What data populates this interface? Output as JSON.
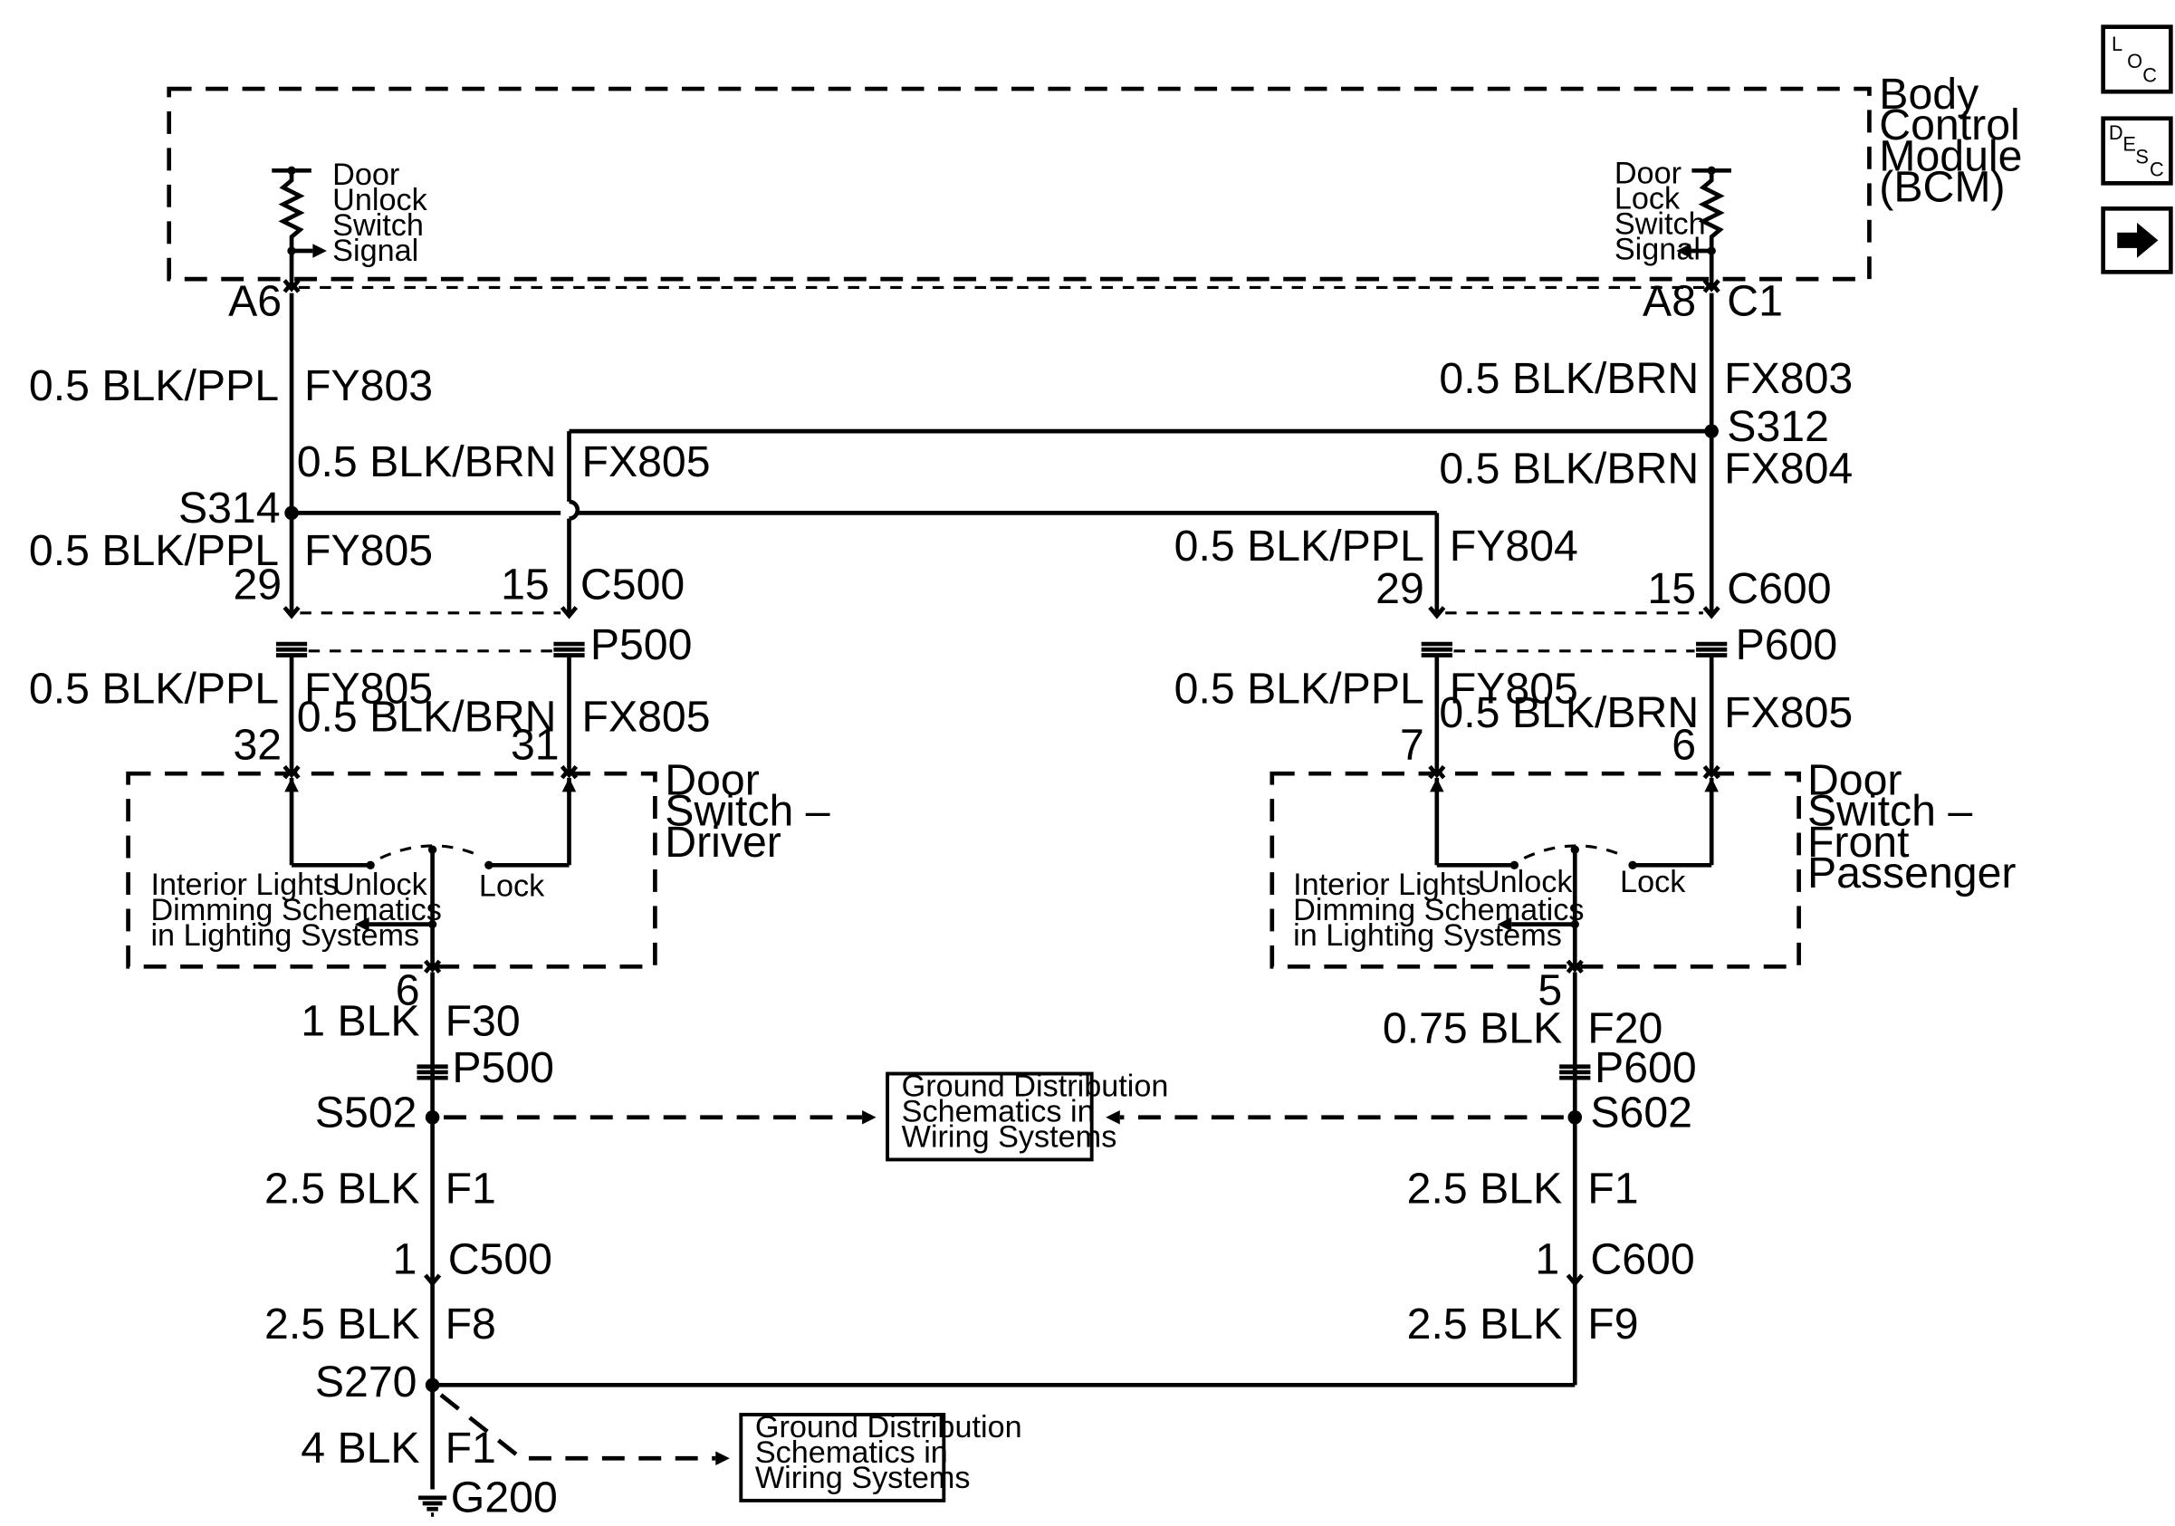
{
  "bcm": {
    "title_lines": [
      "Body",
      "Control",
      "Module",
      "(BCM)"
    ],
    "unlock_signal_lines": [
      "Door",
      "Unlock",
      "Switch",
      "Signal"
    ],
    "lock_signal_lines": [
      "Door",
      "Lock",
      "Switch",
      "Signal"
    ]
  },
  "pins": {
    "a6": "A6",
    "a8": "A8",
    "c1": "C1",
    "d29": "29",
    "d15": "15",
    "d32": "32",
    "d31": "31",
    "d6": "6",
    "p29": "29",
    "p15": "15",
    "p7": "7",
    "p6": "6",
    "p5": "5",
    "gnd_d1": "1",
    "gnd_p1": "1"
  },
  "connectors": {
    "c500_top": "C500",
    "p500_top": "P500",
    "c600_top": "C600",
    "p600_top": "P600",
    "p500_bottom": "P500",
    "p600_bottom": "P600",
    "c500_bottom": "C500",
    "c600_bottom": "C600"
  },
  "splices": {
    "s314": "S314",
    "s312": "S312",
    "s502": "S502",
    "s602": "S602",
    "s270": "S270"
  },
  "ground": {
    "g200": "G200"
  },
  "wires": {
    "a6_size": "0.5 BLK/PPL",
    "a6_circuit": "FY803",
    "c1_size": "0.5 BLK/BRN",
    "c1_circuit": "FX803",
    "s312_left_size": "0.5 BLK/BRN",
    "s312_left_circuit": "FX805",
    "s312_down_size": "0.5 BLK/BRN",
    "s312_down_circuit": "FX804",
    "s314_down_size": "0.5 BLK/PPL",
    "s314_down_circuit": "FY805",
    "s314_right_size": "0.5 BLK/PPL",
    "s314_right_circuit": "FY804",
    "drv_left_size": "0.5 BLK/PPL",
    "drv_left_circuit": "FY805",
    "drv_right_size": "0.5 BLK/BRN",
    "drv_right_circuit": "FX805",
    "pas_left_size": "0.5 BLK/PPL",
    "pas_left_circuit": "FY805",
    "pas_right_size": "0.5 BLK/BRN",
    "pas_right_circuit": "FX805",
    "drv_gnd_size": "1 BLK",
    "drv_gnd_circuit": "F30",
    "pas_gnd_size": "0.75 BLK",
    "pas_gnd_circuit": "F20",
    "s502_size": "2.5 BLK",
    "s502_circuit": "F1",
    "s602_size": "2.5 BLK",
    "s602_circuit": "F1",
    "c500_size": "2.5 BLK",
    "c500_circuit": "F8",
    "c600_size": "2.5 BLK",
    "c600_circuit": "F9",
    "g200_size": "4 BLK",
    "g200_circuit": "F1"
  },
  "driver_switch": {
    "title_lines": [
      "Door",
      "Switch –",
      "Driver"
    ],
    "unlock": "Unlock",
    "lock": "Lock",
    "ref_lines": [
      "Interior Lights",
      "Dimming Schematics",
      "in Lighting Systems"
    ]
  },
  "passenger_switch": {
    "title_lines": [
      "Door",
      "Switch –",
      "Front",
      "Passenger"
    ],
    "unlock": "Unlock",
    "lock": "Lock",
    "ref_lines": [
      "Interior Lights",
      "Dimming Schematics",
      "in Lighting Systems"
    ]
  },
  "ground_ref_1": {
    "lines": [
      "Ground Distribution",
      "Schematics in",
      "Wiring Systems"
    ]
  },
  "ground_ref_2": {
    "lines": [
      "Ground Distribution",
      "Schematics in",
      "Wiring Systems"
    ]
  },
  "nav": {
    "loc": {
      "l": "L",
      "o": "O",
      "c": "C"
    },
    "desc": {
      "d": "D",
      "e": "E",
      "s": "S",
      "c": "C"
    },
    "next_arrow": "➡"
  }
}
